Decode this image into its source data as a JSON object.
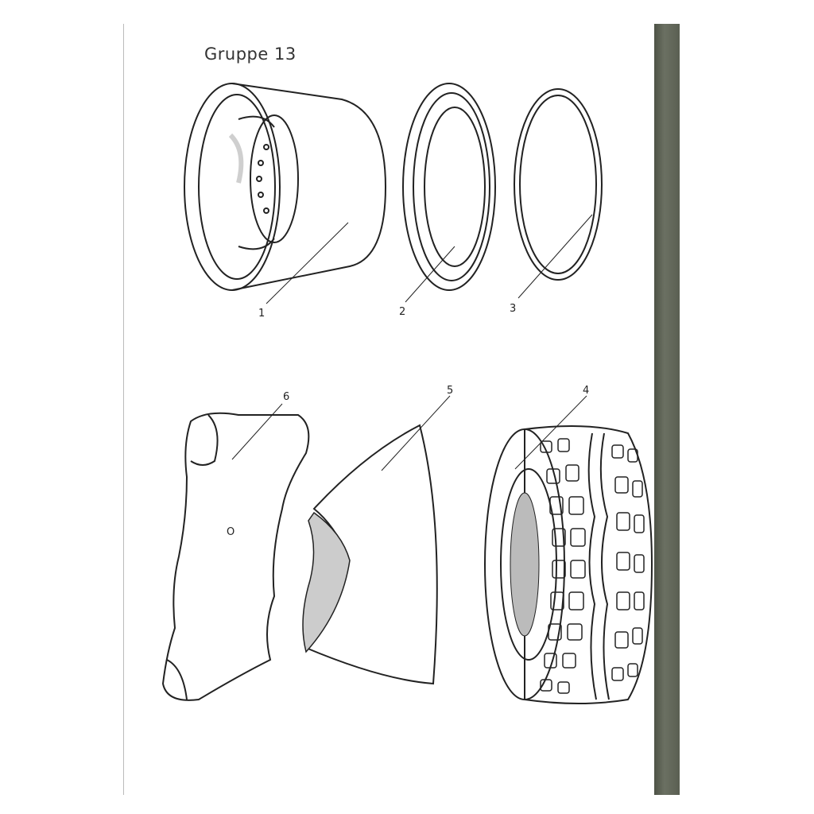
{
  "title": "Gruppe 13",
  "parts": [
    {
      "number": "1",
      "name": "rim"
    },
    {
      "number": "2",
      "name": "side-ring"
    },
    {
      "number": "3",
      "name": "lock-ring"
    },
    {
      "number": "4",
      "name": "tire"
    },
    {
      "number": "5",
      "name": "flap"
    },
    {
      "number": "6",
      "name": "tube"
    }
  ],
  "tube_mark": "O"
}
